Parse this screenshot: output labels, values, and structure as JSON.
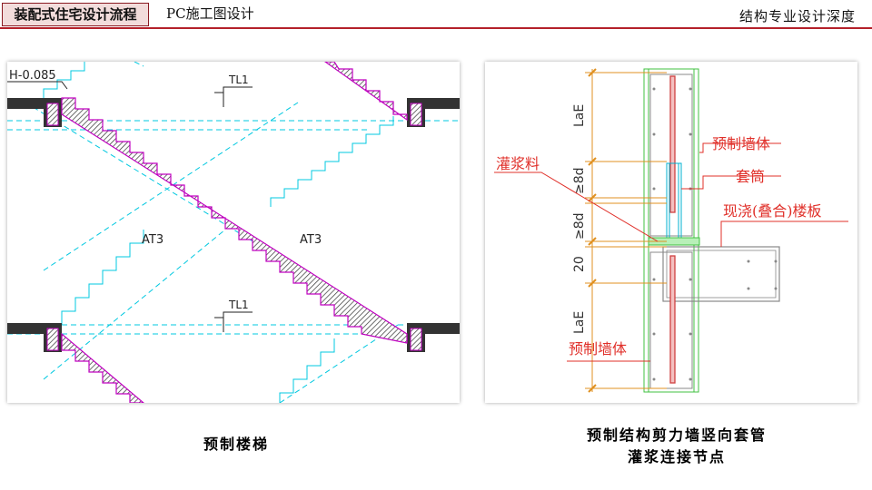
{
  "header": {
    "active_tab": "装配式住宅设计流程",
    "tab_2": "PC施工图设计",
    "right_title": "结构专业设计深度"
  },
  "left_panel": {
    "level_label": "H-0.085",
    "beam_label_top": "TL1",
    "beam_label_bottom": "TL1",
    "flight_label_left": "AT3",
    "flight_label_right": "AT3",
    "caption": "预制楼梯"
  },
  "right_panel": {
    "dim_lae_top": "LaE",
    "dim_8d_top": "≥8d",
    "dim_8d_bottom": "≥8d",
    "dim_20": "20",
    "dim_lae_bottom": "LaE",
    "label_grout": "灌浆料",
    "label_precast_wall_top": "预制墙体",
    "label_sleeve": "套筒",
    "label_cast_slab": "现浇(叠合)楼板",
    "label_precast_wall_bottom": "预制墙体",
    "caption_line1": "预制结构剪力墙竖向套管",
    "caption_line2": "灌浆连接节点"
  },
  "colors": {
    "accent_red": "#b4202a",
    "tab_fill": "#f2dcdb",
    "stair_magenta": "#c000c0",
    "dash_cyan": "#00c8e0",
    "annotation_red": "#e0302a",
    "dim_orange": "#e09020",
    "wall_green": "#40c040"
  }
}
